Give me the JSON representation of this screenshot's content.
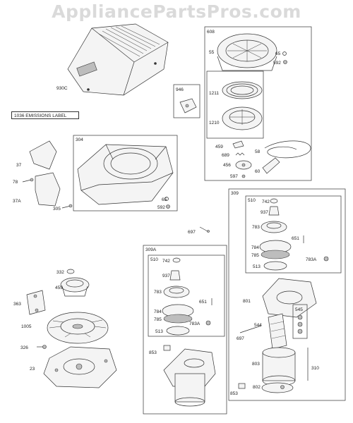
{
  "watermark": "AppliancePartsPros.com",
  "emissions_label": "1036 EMISSIONS LABEL",
  "labels": {
    "p930C": "930C",
    "p37": "37",
    "p78": "78",
    "p37A": "37A",
    "p305": "305",
    "p304": "304",
    "p65a": "65",
    "p592a": "592",
    "p946": "946",
    "p608": "608",
    "p55": "55",
    "p65b": "65",
    "p592b": "592",
    "p1211": "1211",
    "p1210": "1210",
    "p459": "459",
    "p58": "58",
    "p689": "689",
    "p456": "456",
    "p60": "60",
    "p597": "597",
    "p309": "309",
    "p510a": "510",
    "p742a": "742",
    "p937a": "937",
    "p783a": "783",
    "p651a": "651",
    "p784a": "784",
    "p785a": "785",
    "p783Aa": "783A",
    "p513a": "513",
    "p697a": "697",
    "p309A": "309A",
    "p510b": "510",
    "p742b": "742",
    "p937b": "937",
    "p783b": "783",
    "p651b": "651",
    "p784b": "784",
    "p785b": "785",
    "p513b": "513",
    "p783Ab": "783A",
    "p853a": "853",
    "p332": "332",
    "p455": "455",
    "p363": "363",
    "p1005": "1005",
    "p326": "326",
    "p23": "23",
    "p801": "801",
    "p545": "545",
    "p544": "544",
    "p697b": "697",
    "p803": "803",
    "p310": "310",
    "p802": "802",
    "p853b": "853"
  }
}
